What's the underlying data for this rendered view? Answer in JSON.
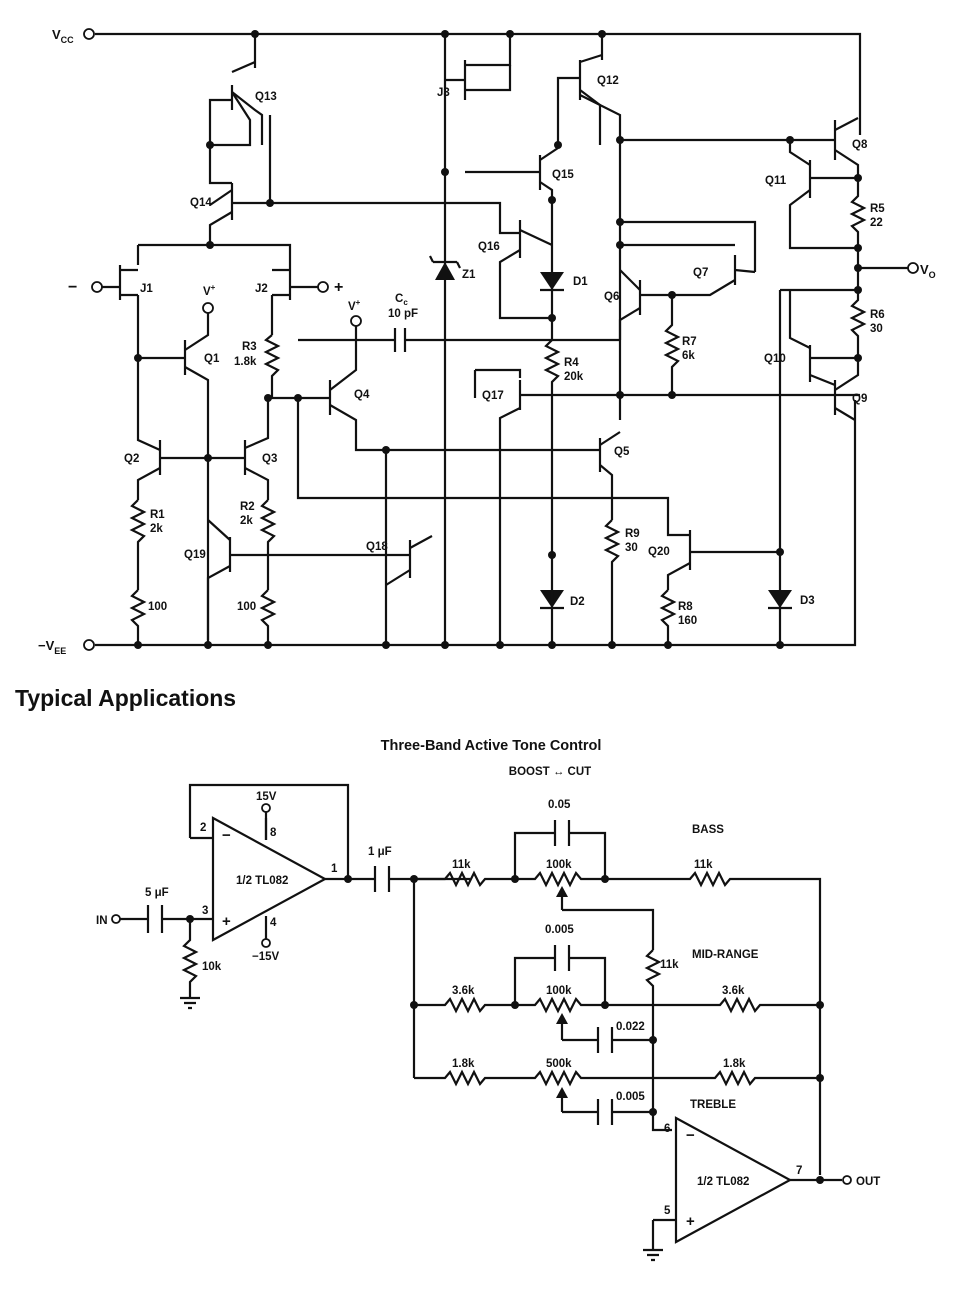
{
  "schematic": {
    "rails": {
      "vcc": "V",
      "vcc_sub": "CC",
      "vee": "−V",
      "vee_sub": "EE"
    },
    "inputs": {
      "minus": "−",
      "plus": "+",
      "output": "V",
      "output_sub": "O"
    },
    "transistors": [
      "Q1",
      "Q2",
      "Q3",
      "Q4",
      "Q5",
      "Q6",
      "Q7",
      "Q8",
      "Q9",
      "Q10",
      "Q11",
      "Q12",
      "Q13",
      "Q14",
      "Q15",
      "Q16",
      "Q17",
      "Q18",
      "Q19",
      "Q20"
    ],
    "jfets": [
      "J1",
      "J2",
      "J3"
    ],
    "resistors": [
      {
        "ref": "R1",
        "value": "2k"
      },
      {
        "ref": "R2",
        "value": "2k"
      },
      {
        "ref": "R3",
        "value": "1.8k"
      },
      {
        "ref": "R4",
        "value": "20k"
      },
      {
        "ref": "R5",
        "value": "22"
      },
      {
        "ref": "R6",
        "value": "30"
      },
      {
        "ref": "R7",
        "value": "6k"
      },
      {
        "ref": "R8",
        "value": "160"
      },
      {
        "ref": "R9",
        "value": "30"
      },
      {
        "ref": "",
        "value": "100"
      },
      {
        "ref": "",
        "value": "100"
      }
    ],
    "diodes": [
      "D1",
      "D2",
      "D3"
    ],
    "zener": "Z1",
    "cap": {
      "ref": "C",
      "ref_sub": "c",
      "value": "10 pF"
    },
    "vplus": "V",
    "vplus_sup": "+"
  },
  "section_title": "Typical Applications",
  "app": {
    "title": "Three-Band Active Tone Control",
    "subtitle": "BOOST ↔ CUT",
    "opamp1": {
      "label": "1/2 TL082",
      "pin_inv": "2",
      "pin_noninv": "3",
      "pin_out": "1",
      "pin_vp": "8",
      "pin_vn": "4",
      "vp": "15V",
      "vn": "−15V"
    },
    "opamp2": {
      "label": "1/2 TL082",
      "pin_inv": "6",
      "pin_noninv": "5",
      "pin_out": "7"
    },
    "in_label": "IN",
    "out_label": "OUT",
    "c_in": "5 μF",
    "r_in": "10k",
    "c_couple": "1 μF",
    "bands": {
      "bass": "BASS",
      "mid": "MID-RANGE",
      "treble": "TREBLE"
    },
    "values": {
      "bass_r_left": "11k",
      "bass_pot": "100k",
      "bass_cap": "0.05",
      "bass_r_right": "11k",
      "mid_r_left": "3.6k",
      "mid_pot": "100k",
      "mid_cap": "0.005",
      "mid_r_right": "3.6k",
      "mid_cap2": "0.022",
      "treble_r_left": "1.8k",
      "treble_pot": "500k",
      "treble_r_right": "1.8k",
      "treble_cap": "0.005",
      "r_vert": "11k"
    }
  }
}
